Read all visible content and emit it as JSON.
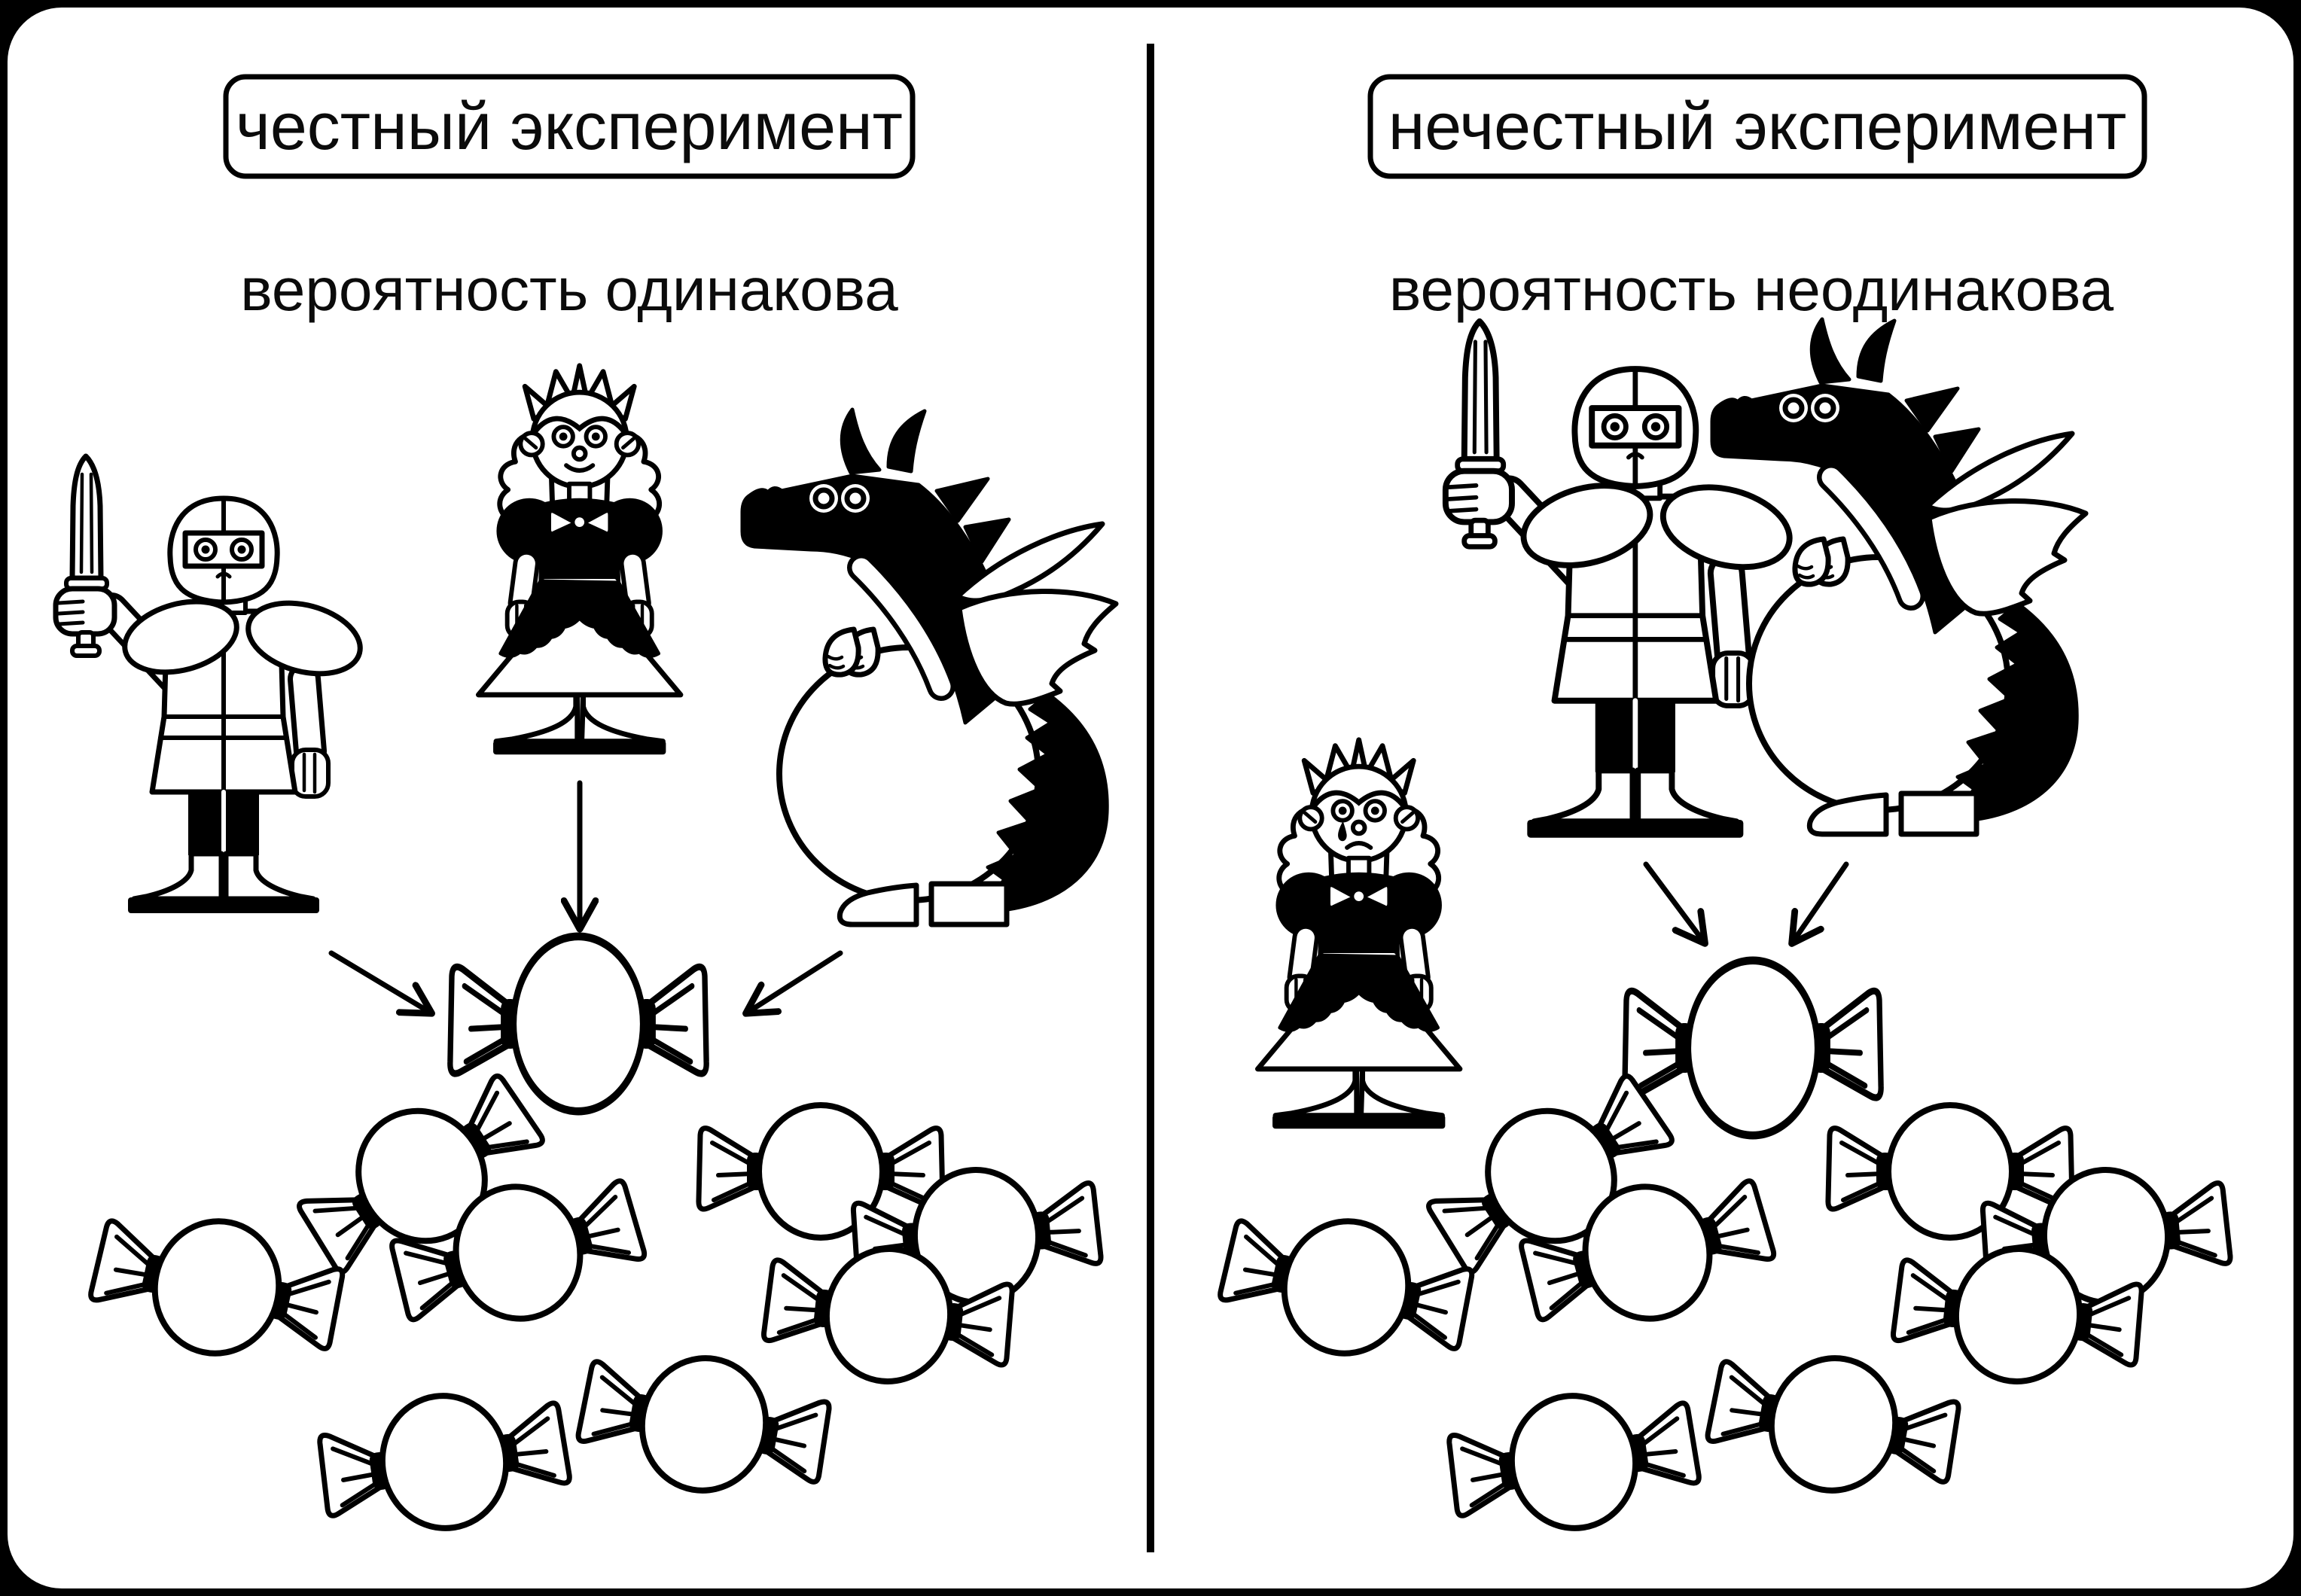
{
  "meta": {
    "kind": "educational-illustration",
    "language": "ru",
    "colors": {
      "background": "#000000",
      "card": "#ffffff",
      "ink": "#000000"
    }
  },
  "panels": [
    {
      "id": "fair",
      "title": "честный эксперимент",
      "subtitle": "вероятность одинакова",
      "characters": [
        "knight",
        "princess",
        "dragon"
      ],
      "arrows_to_candy": [
        "knight",
        "princess",
        "dragon"
      ],
      "candy_target_count": 1,
      "candy_pool_count": 8
    },
    {
      "id": "unfair",
      "title": "нечестный эксперимент",
      "subtitle": "вероятность неодинакова",
      "characters": [
        "princess-sad",
        "knight",
        "dragon"
      ],
      "arrows_to_candy": [
        "knight",
        "dragon"
      ],
      "candy_target_count": 1,
      "candy_pool_count": 8
    }
  ],
  "divider": {
    "present": true,
    "orientation": "vertical"
  }
}
